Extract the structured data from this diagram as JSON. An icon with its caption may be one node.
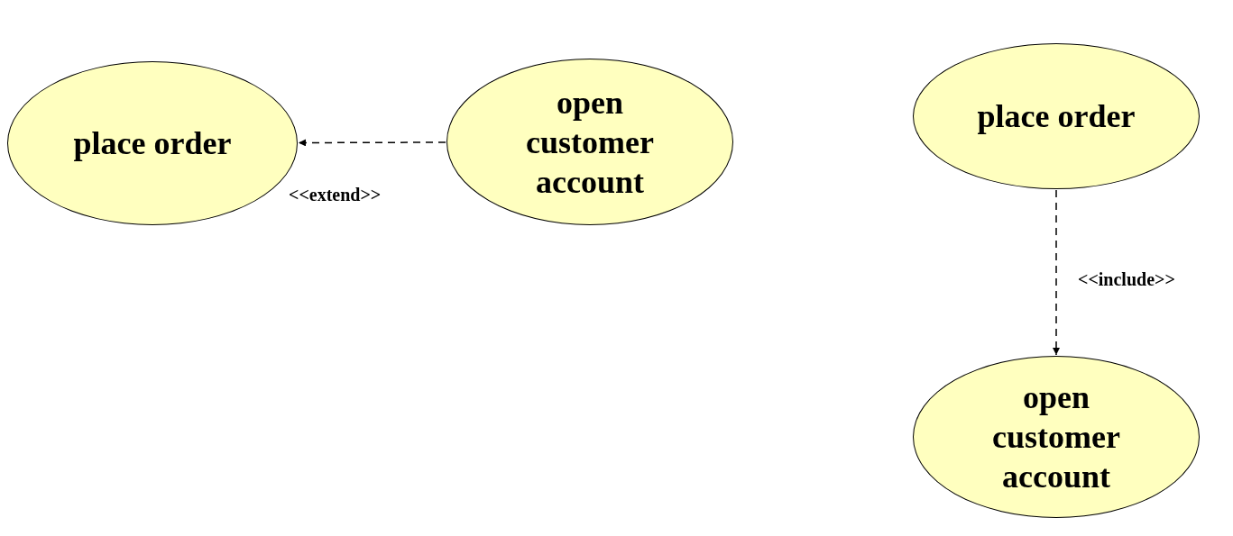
{
  "diagram": {
    "nodes": [
      {
        "text": [
          "place order"
        ]
      },
      {
        "text": [
          "open customer account"
        ]
      },
      {
        "text": [
          "place order"
        ]
      },
      {
        "text": [
          "open customer account"
        ]
      }
    ],
    "edges": [
      {
        "from": 1,
        "to": 0,
        "arrow": "to",
        "label": "<<extend>>",
        "style": "dashed"
      },
      {
        "from": 2,
        "to": 3,
        "arrow": "to",
        "label": "<<include>>",
        "style": "dashed"
      }
    ]
  }
}
